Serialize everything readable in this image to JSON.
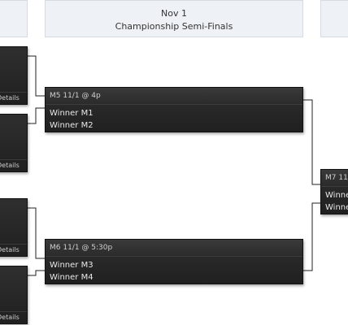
{
  "headers": [
    {
      "date": "Nov 1",
      "round": "Championship Semi-Finals"
    }
  ],
  "left_matches": [
    {
      "details_label": "Details"
    },
    {
      "details_label": "Details"
    },
    {
      "details_label": "Details"
    },
    {
      "details_label": "Details"
    }
  ],
  "semifinals": [
    {
      "header": "M5 11/1 @ 4p",
      "team1": "Winner M1",
      "team2": "Winner M2"
    },
    {
      "header": "M6 11/1 @ 5:30p",
      "team1": "Winner M3",
      "team2": "Winner M4"
    }
  ],
  "final": {
    "header": "M7 11/",
    "team1": "Winne",
    "team2": "Winne"
  },
  "colors": {
    "header_bg": "#eef2f6",
    "card_bg": "#262626",
    "connector": "#222222"
  }
}
